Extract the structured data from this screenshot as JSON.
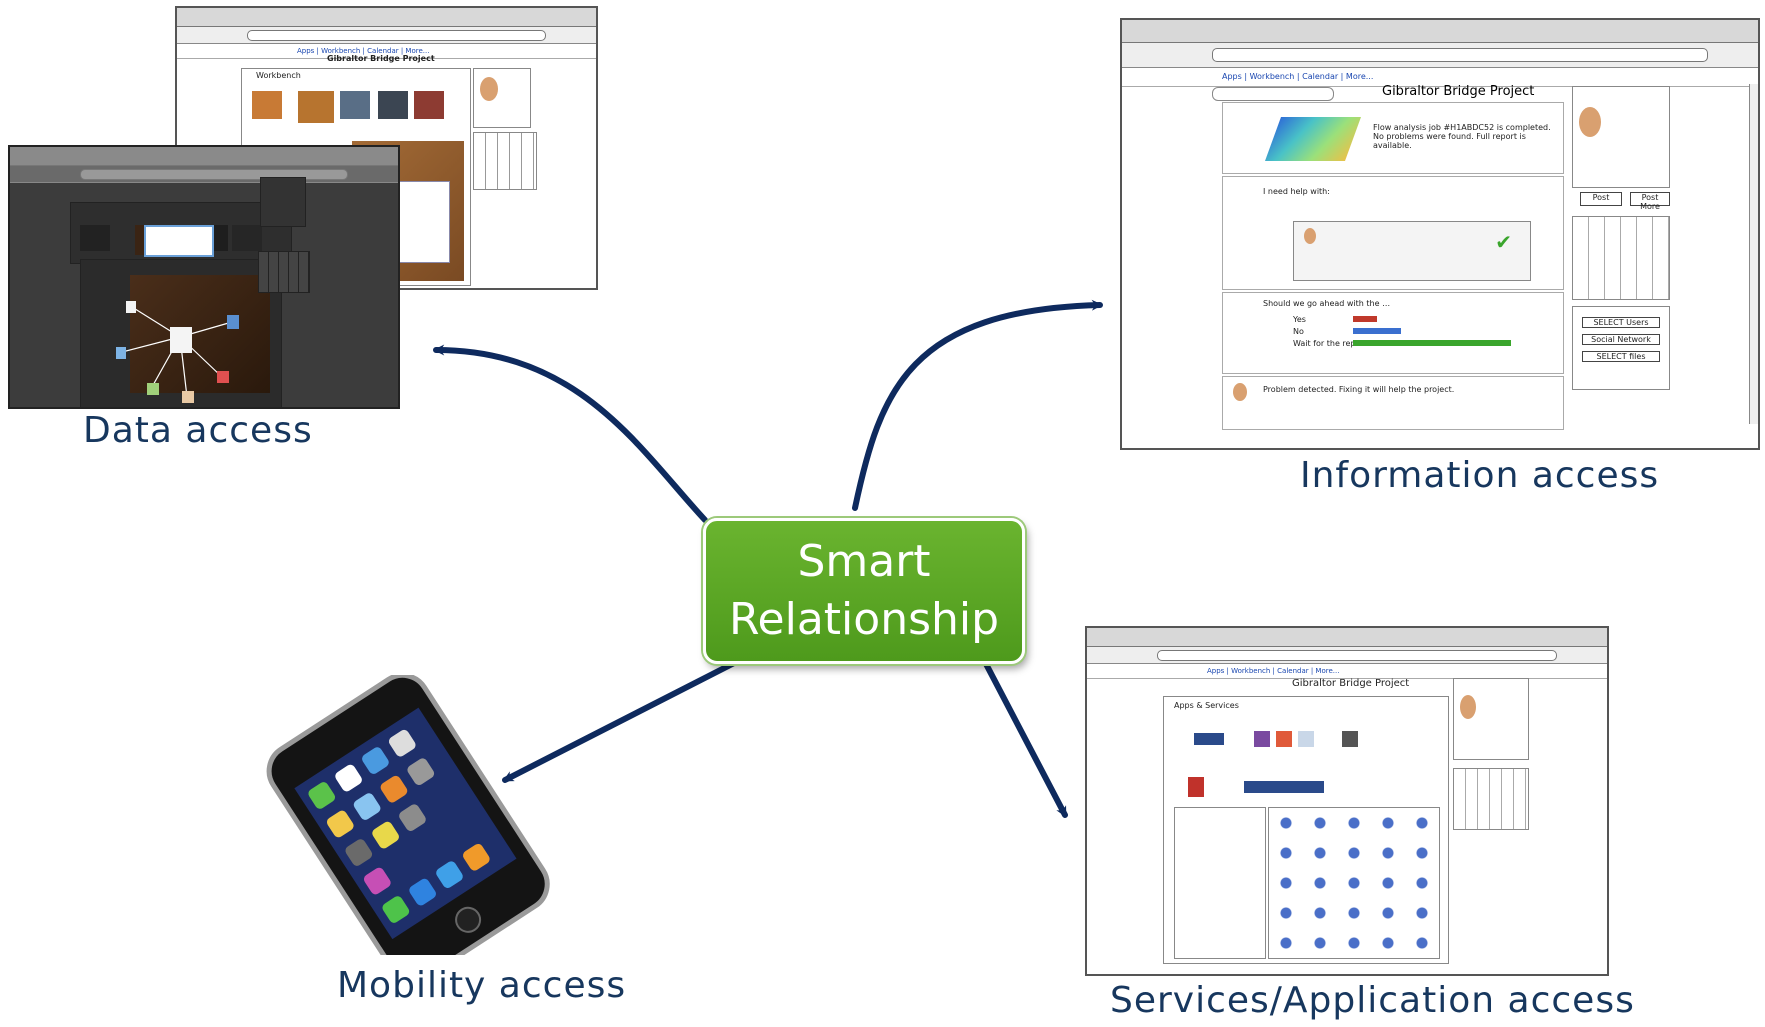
{
  "center": {
    "line1": "Smart",
    "line2": "Relationship"
  },
  "captions": {
    "data": "Data access",
    "information": "Information access",
    "mobility": "Mobility access",
    "services": "Services/Application access"
  },
  "windows": {
    "project_title": "Gibraltor Bridge Project",
    "workbench_label": "Workbench",
    "services_label": "Apps & Services",
    "select_users": "SELECT Users",
    "social_network": "Social Network",
    "select_files": "SELECT files",
    "post_button": "Post",
    "post_more_button": "Post More",
    "info_posts": [
      "Flow analysis job #H1ABDC52 is completed.  No problems were found.  Full report is available.",
      "I need help with:",
      "Should we go ahead with the …",
      "Problem detected.  Fixing it will help the project."
    ],
    "poll_options": [
      "Yes",
      "No",
      "Wait for the report"
    ]
  },
  "colors": {
    "hub_green": "#5aa625",
    "arrow_navy": "#0e2a5e",
    "caption_navy": "#17375e"
  }
}
